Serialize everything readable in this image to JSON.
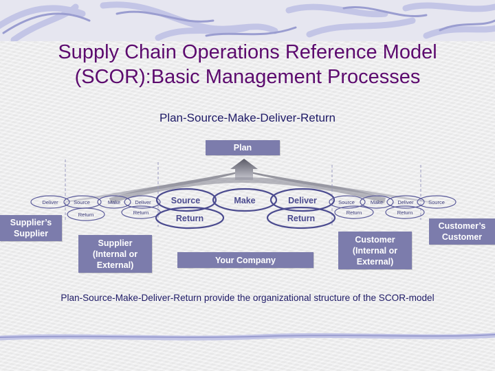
{
  "title": "Supply Chain Operations Reference Model\n(SCOR):Basic Management Processes",
  "subtitle": "Plan-Source-Make-Deliver-Return",
  "plan_label": "Plan",
  "center_ovals": {
    "source": "Source",
    "make": "Make",
    "deliver": "Deliver",
    "return_left": "Return",
    "return_right": "Return"
  },
  "left_ovals": {
    "deliver": "Deliver",
    "source": "Source",
    "make": "Make",
    "deliver2": "Deliver",
    "return1": "Return",
    "return2": "Return"
  },
  "right_ovals": {
    "source": "Source",
    "make": "Make",
    "deliver": "Deliver",
    "source2": "Source",
    "return1": "Return",
    "return2": "Return"
  },
  "boxes": {
    "suppliers_supplier": "Supplier’s\nSupplier",
    "supplier": "Supplier\n(Internal or\nExternal)",
    "your_company": "Your Company",
    "customer": "Customer\n(Internal or\nExternal)",
    "customers_customer": "Customer’s\nCustomer"
  },
  "caption": "Plan-Source-Make-Deliver-Return provide the organizational structure of the SCOR-model",
  "colors": {
    "title": "#5c0a6e",
    "box": "#7c7cac",
    "oval_stroke": "#4b4b8f",
    "text_dark": "#1e1a66"
  }
}
